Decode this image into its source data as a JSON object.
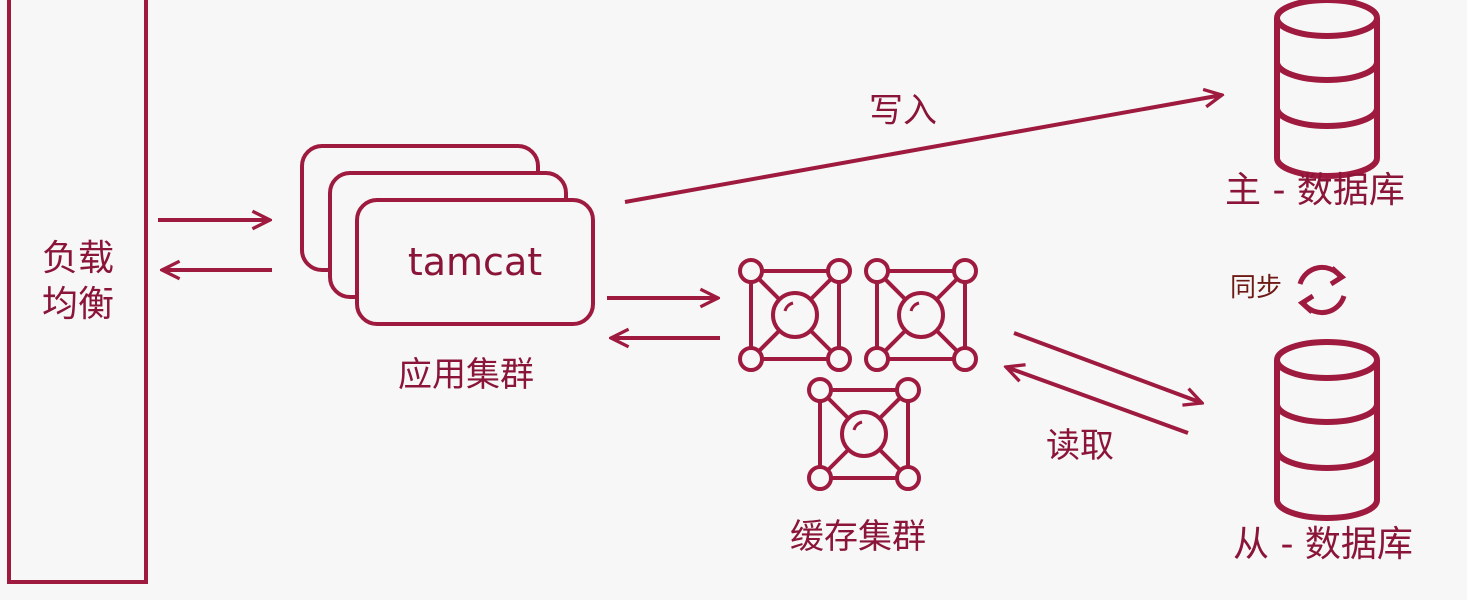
{
  "colors": {
    "accent": "#9e1b3f",
    "background": "#f7f7f7",
    "sync_text": "#6e1a14"
  },
  "load_balancer": {
    "line1": "负载",
    "line2": "均衡"
  },
  "app_cluster": {
    "server_label": "tamcat",
    "caption": "应用集群"
  },
  "cache_cluster": {
    "caption": "缓存集群"
  },
  "edges": {
    "write_label": "写入",
    "read_label": "读取"
  },
  "master_db": {
    "label": "主 - 数据库"
  },
  "slave_db": {
    "label": "从 - 数据库"
  },
  "sync": {
    "label": "同步",
    "icon": "refresh-icon"
  }
}
